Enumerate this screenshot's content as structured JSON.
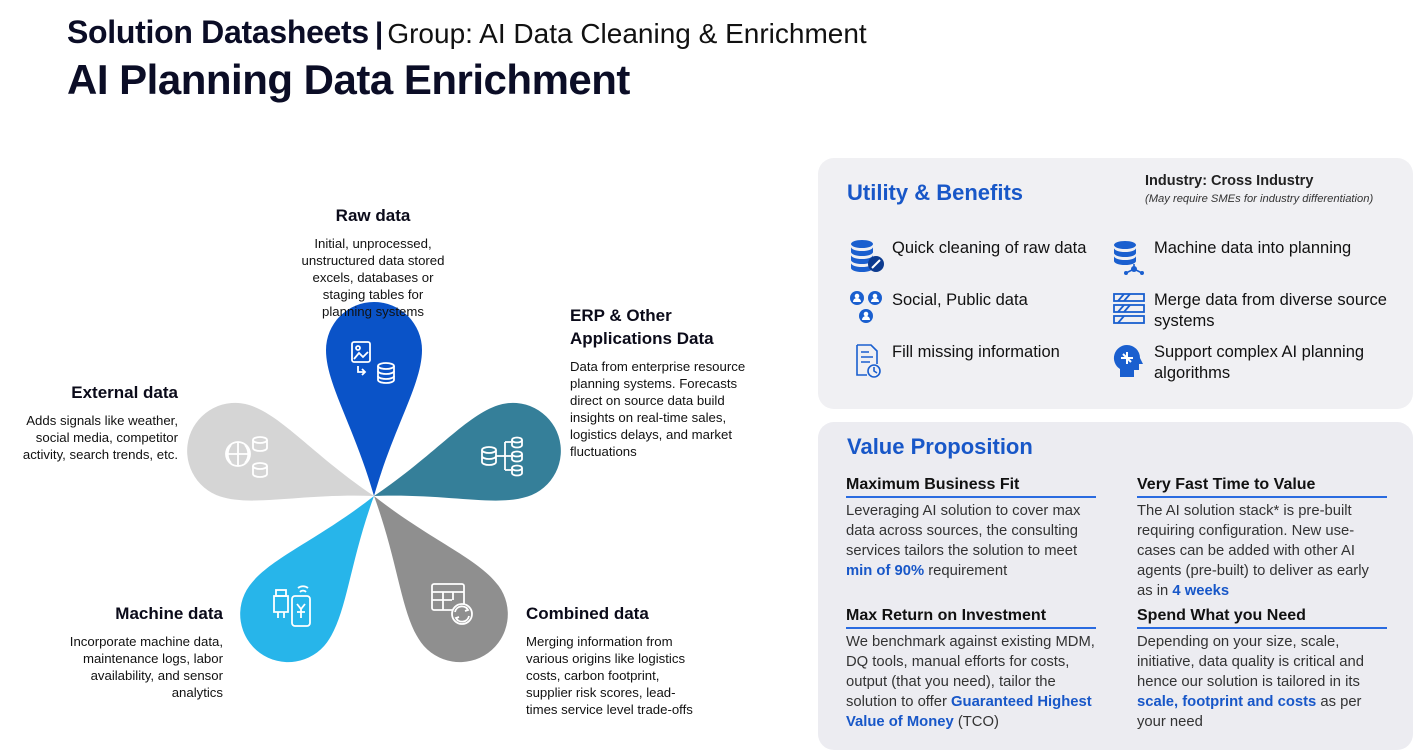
{
  "header": {
    "title": "Solution Datasheets",
    "separator": "|",
    "group": "Group: AI Data Cleaning & Enrichment",
    "subtitle": "AI Planning Data Enrichment"
  },
  "petals": [
    {
      "title": "Raw data",
      "desc": "Initial, unprocessed, unstructured data stored excels, databases or staging tables for planning systems",
      "color": "#0a53c8",
      "icon": "image-database-icon"
    },
    {
      "title": "ERP & Other Applications Data",
      "desc": "Data from enterprise resource planning systems. Forecasts direct on source data build insights on real-time sales, logistics delays, and market fluctuations",
      "color": "#357f99",
      "icon": "database-flow-icon"
    },
    {
      "title": "Combined data",
      "desc": "Merging information from various origins like logistics costs, carbon footprint, supplier risk scores, lead-times service level trade-offs",
      "color": "#8f8f8f",
      "icon": "table-sync-icon"
    },
    {
      "title": "Machine data",
      "desc": "Incorporate machine data, maintenance logs, labor availability, and sensor analytics",
      "color": "#27b5ea",
      "icon": "machine-signal-icon"
    },
    {
      "title": "External data",
      "desc": "Adds signals like weather, social media, competitor activity, search trends, etc.",
      "color": "#d5d5d5",
      "icon": "globe-database-icon"
    }
  ],
  "utility": {
    "title": "Utility & Benefits",
    "industry": "Industry: Cross Industry",
    "industry_note": "(May require SMEs for industry differentiation)",
    "items": [
      {
        "label": "Quick cleaning of raw data",
        "icon": "database-clean-icon"
      },
      {
        "label": "Machine data into planning",
        "icon": "database-network-icon"
      },
      {
        "label": "Social, Public data",
        "icon": "people-group-icon"
      },
      {
        "label": "Merge data from diverse source systems",
        "icon": "merge-layers-icon"
      },
      {
        "label": "Fill missing information",
        "icon": "document-fill-icon"
      },
      {
        "label": "Support complex AI planning algorithms",
        "icon": "ai-head-icon"
      }
    ]
  },
  "value": {
    "title": "Value Proposition",
    "blocks": [
      {
        "title": "Maximum Business Fit",
        "text": "Leveraging AI solution to cover max data across sources, the consulting services tailors the solution to meet",
        "highlight": "min of 90%",
        "suffix": " requirement"
      },
      {
        "title": "Very Fast Time to Value",
        "text": "The AI solution stack* is pre-built requiring configuration. New use-cases can be added with other AI agents (pre-built) to deliver as early as in",
        "highlight": " 4 weeks",
        "suffix": ""
      },
      {
        "title": "Max Return on Investment",
        "text": "We benchmark against existing MDM, DQ tools, manual efforts for costs, output (that you need), tailor the solution to offer",
        "highlight": "Guaranteed Highest Value of Money",
        "suffix": " (TCO)"
      },
      {
        "title": "Spend What you Need",
        "text": "Depending on your size, scale, initiative, data quality is critical and hence our solution is tailored in its",
        "highlight": "scale, footprint and costs",
        "suffix": " as per your need"
      }
    ]
  }
}
